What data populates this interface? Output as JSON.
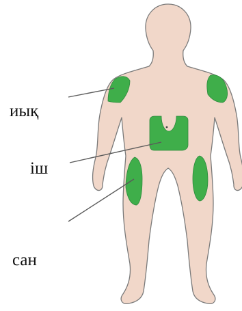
{
  "colors": {
    "skin": "#f1d7c9",
    "outline": "#7a7a7a",
    "zone": "#3fae4a",
    "leader": "#5a5a5a",
    "text": "#111111"
  },
  "labels": {
    "shoulder": "иық",
    "abdomen": "іш",
    "thigh": "сан"
  }
}
